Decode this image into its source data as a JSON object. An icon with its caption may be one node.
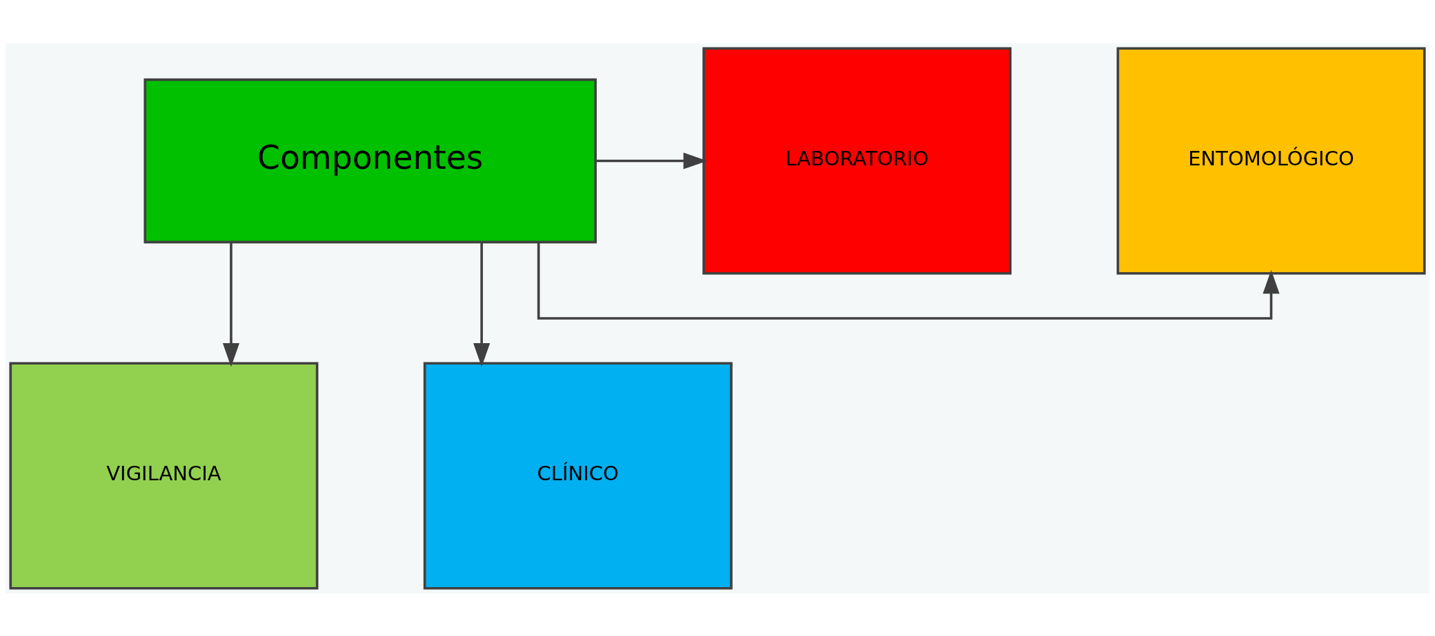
{
  "diagram": {
    "nodes": [
      {
        "text": [
          "Componentes"
        ]
      },
      {
        "text": [
          "ENTOMOLÓGICO"
        ]
      },
      {
        "text": [
          "LABORATORIO"
        ]
      },
      {
        "text": [
          "VIGILANCIA"
        ]
      },
      {
        "text": [
          "CLÍNICO"
        ]
      }
    ],
    "edges": [
      {
        "from": 0,
        "to": 1,
        "arrow": "to"
      },
      {
        "from": 0,
        "to": 2,
        "arrow": "to"
      },
      {
        "from": 0,
        "to": 3,
        "arrow": "to"
      },
      {
        "from": 0,
        "to": 4,
        "arrow": "to"
      }
    ]
  }
}
